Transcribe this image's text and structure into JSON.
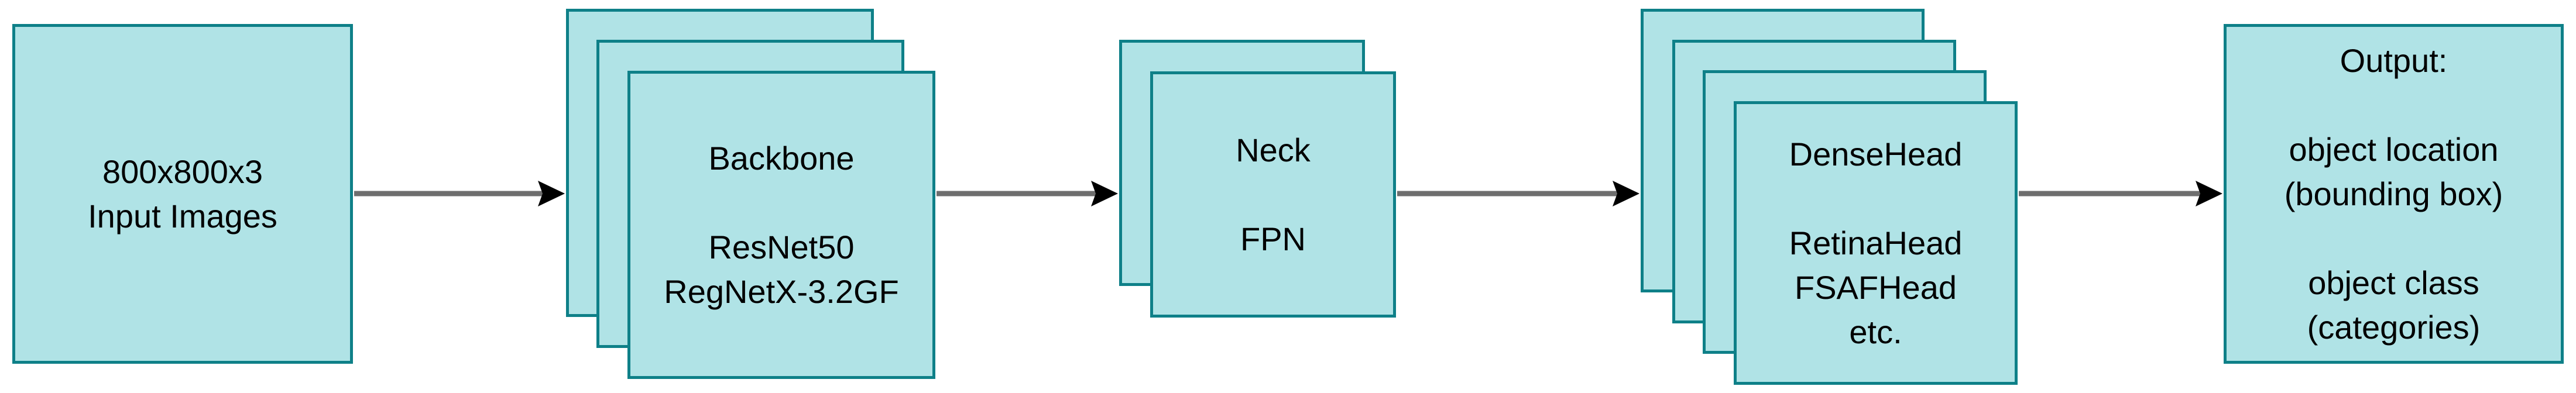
{
  "diagram": {
    "type": "flowchart",
    "direction": "left-to-right",
    "flow": [
      "input",
      "backbone",
      "neck",
      "dense_head",
      "output"
    ]
  },
  "colors": {
    "bg": "#ffffff",
    "box_fill": "#b0e3e6",
    "box_stroke": "#0e8088",
    "arrow_line": "#6e6e6e",
    "arrow_head": "#000000",
    "text": "#000000"
  },
  "nodes": {
    "input": {
      "label": "800x800x3\nInput Images",
      "shape": "single-box"
    },
    "backbone": {
      "label": "Backbone\n\nResNet50\nRegNetX-3.2GF",
      "shape": "stacked-boxes",
      "stack_count": 3
    },
    "neck": {
      "label": "Neck\n\nFPN",
      "shape": "stacked-boxes",
      "stack_count": 2
    },
    "dense_head": {
      "label": "DenseHead\n\nRetinaHead\nFSAFHead\netc.",
      "shape": "stacked-boxes",
      "stack_count": 4
    },
    "output": {
      "label": "Output:\n\nobject location\n(bounding box)\n\nobject class\n(categories)",
      "shape": "single-box"
    }
  },
  "arrows": [
    {
      "from": "input",
      "to": "backbone"
    },
    {
      "from": "backbone",
      "to": "neck"
    },
    {
      "from": "neck",
      "to": "dense_head"
    },
    {
      "from": "dense_head",
      "to": "output"
    }
  ]
}
